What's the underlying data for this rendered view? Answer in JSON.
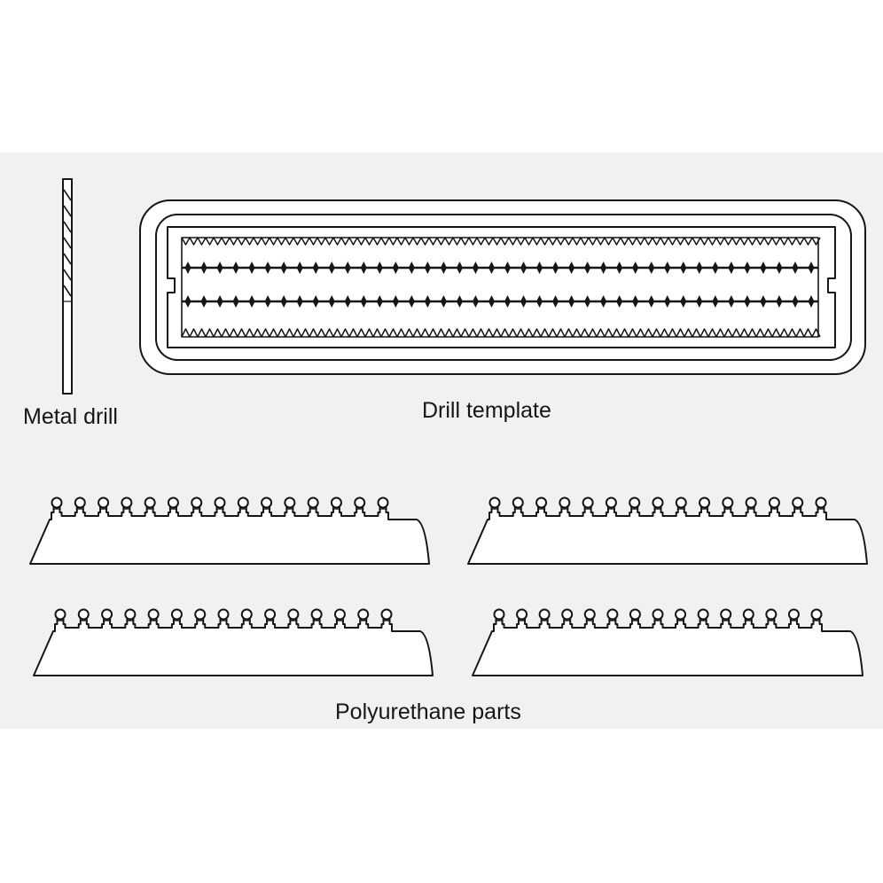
{
  "labels": {
    "metal_drill": "Metal drill",
    "drill_template": "Drill template",
    "polyurethane_parts": "Polyurethane parts"
  },
  "colors": {
    "background": "#ffffff",
    "panel": "#f1f1f1",
    "ink": "#161616"
  }
}
